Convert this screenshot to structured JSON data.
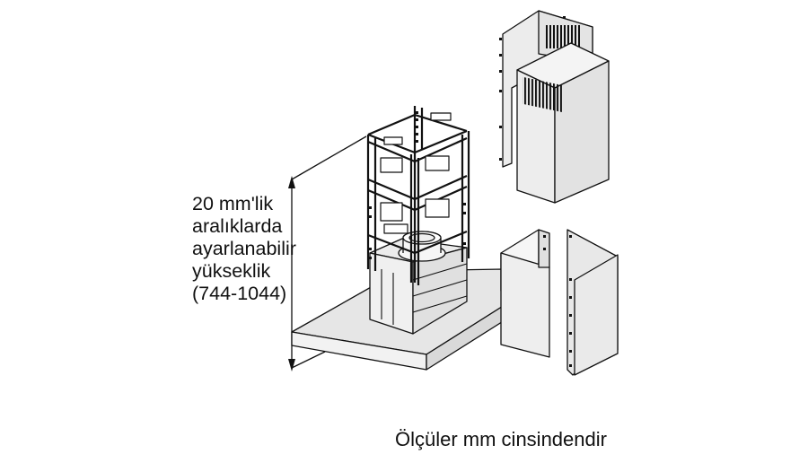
{
  "height_label": {
    "lines": [
      "20 mm'lik",
      "aralıklarda",
      "ayarlanabilir",
      "yükseklik",
      "(744-1044)"
    ]
  },
  "caption": "Ölçüler mm cinsindendir",
  "colors": {
    "surface": "#e6e6e6",
    "surface_light": "#f2f2f2",
    "surface_dark": "#d2d2d2",
    "line": "#111111"
  }
}
